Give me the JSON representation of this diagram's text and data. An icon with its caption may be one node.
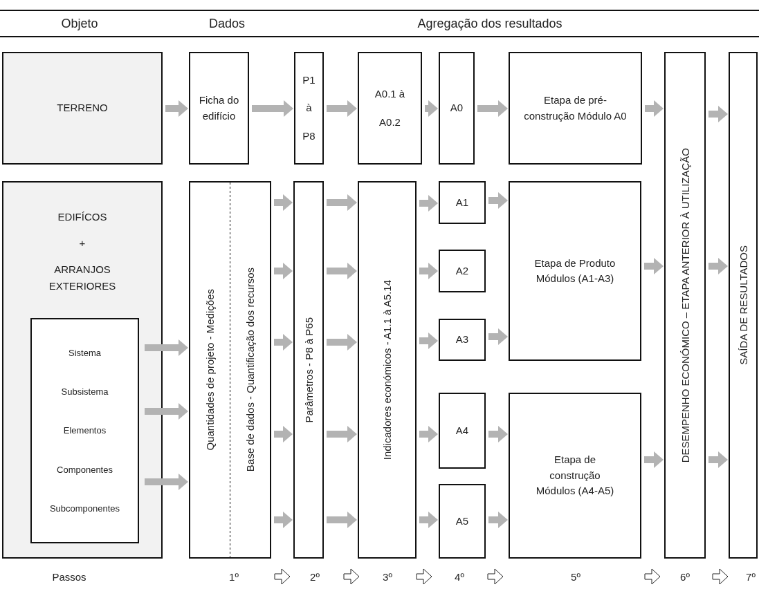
{
  "diagram": {
    "nodes": [
      {
        "text": [
          "TERRENO"
        ]
      },
      {
        "text": [
          "Ficha do edifício"
        ]
      },
      {
        "text": [
          "P1 à P8"
        ]
      },
      {
        "text": [
          "A0.1 à A0.2"
        ]
      },
      {
        "text": [
          "A0"
        ]
      },
      {
        "text": [
          "Etapa de pré-construção Módulo A0"
        ]
      },
      {
        "text": [
          "EDIFÍCOS",
          "+",
          "ARRANJOS EXTERIORES"
        ]
      },
      {
        "text": [
          "Sistema",
          "Subsistema",
          "Elementos",
          "Componentes",
          "Subcomponentes"
        ],
        "in": 6
      },
      {
        "text": [
          "Quantidades de projeto - Medições",
          "Base de dados - Quantificação dos recursos"
        ]
      },
      {
        "text": [
          "Parâmetros - P8 à P65"
        ]
      },
      {
        "text": [
          "Indicadores económicos - A1.1 à A5.14"
        ]
      },
      {
        "text": [
          "A1"
        ]
      },
      {
        "text": [
          "A2"
        ]
      },
      {
        "text": [
          "A3"
        ]
      },
      {
        "text": [
          "A4"
        ]
      },
      {
        "text": [
          "A5"
        ]
      },
      {
        "text": [
          "Etapa de Produto Módulos (A1-A3)"
        ]
      },
      {
        "text": [
          "Etapa de construção Módulos (A4-A5)"
        ]
      },
      {
        "text": [
          "DESEMPENHO ECONÓMICO – ETAPA ANTERIOR À UTILIZAÇÃO"
        ]
      },
      {
        "text": [
          "SAÍDA DE RESULTADOS"
        ]
      }
    ],
    "edges": [
      {
        "from": 0,
        "to": 1,
        "arrow": "to"
      },
      {
        "from": 1,
        "to": 2,
        "arrow": "to"
      },
      {
        "from": 2,
        "to": 3,
        "arrow": "to"
      },
      {
        "from": 3,
        "to": 4,
        "arrow": "to"
      },
      {
        "from": 4,
        "to": 5,
        "arrow": "to"
      },
      {
        "from": 5,
        "to": 18,
        "arrow": "to"
      },
      {
        "from": 18,
        "to": 19,
        "arrow": "to"
      },
      {
        "from": 7,
        "to": 8,
        "arrow": "to"
      },
      {
        "from": 7,
        "to": 8,
        "arrow": "to"
      },
      {
        "from": 7,
        "to": 8,
        "arrow": "to"
      },
      {
        "from": 8,
        "to": 9,
        "arrow": "to"
      },
      {
        "from": 8,
        "to": 9,
        "arrow": "to"
      },
      {
        "from": 8,
        "to": 9,
        "arrow": "to"
      },
      {
        "from": 8,
        "to": 9,
        "arrow": "to"
      },
      {
        "from": 8,
        "to": 9,
        "arrow": "to"
      },
      {
        "from": 9,
        "to": 10,
        "arrow": "to"
      },
      {
        "from": 9,
        "to": 10,
        "arrow": "to"
      },
      {
        "from": 9,
        "to": 10,
        "arrow": "to"
      },
      {
        "from": 9,
        "to": 10,
        "arrow": "to"
      },
      {
        "from": 9,
        "to": 10,
        "arrow": "to"
      },
      {
        "from": 10,
        "to": 11,
        "arrow": "to"
      },
      {
        "from": 10,
        "to": 12,
        "arrow": "to"
      },
      {
        "from": 10,
        "to": 13,
        "arrow": "to"
      },
      {
        "from": 10,
        "to": 14,
        "arrow": "to"
      },
      {
        "from": 10,
        "to": 15,
        "arrow": "to"
      },
      {
        "from": 11,
        "to": 16,
        "arrow": "to"
      },
      {
        "from": 13,
        "to": 16,
        "arrow": "to"
      },
      {
        "from": 14,
        "to": 17,
        "arrow": "to"
      },
      {
        "from": 15,
        "to": 17,
        "arrow": "to"
      },
      {
        "from": 16,
        "to": 18,
        "arrow": "to"
      },
      {
        "from": 17,
        "to": 18,
        "arrow": "to"
      },
      {
        "from": 18,
        "to": 19,
        "arrow": "to"
      },
      {
        "from": 18,
        "to": 19,
        "arrow": "to"
      }
    ],
    "labels": [
      "Objeto",
      "Dados",
      "Agregação dos resultados",
      "Passos",
      "1º",
      "2º",
      "3º",
      "4º",
      "5º",
      "6º",
      "7º"
    ]
  }
}
